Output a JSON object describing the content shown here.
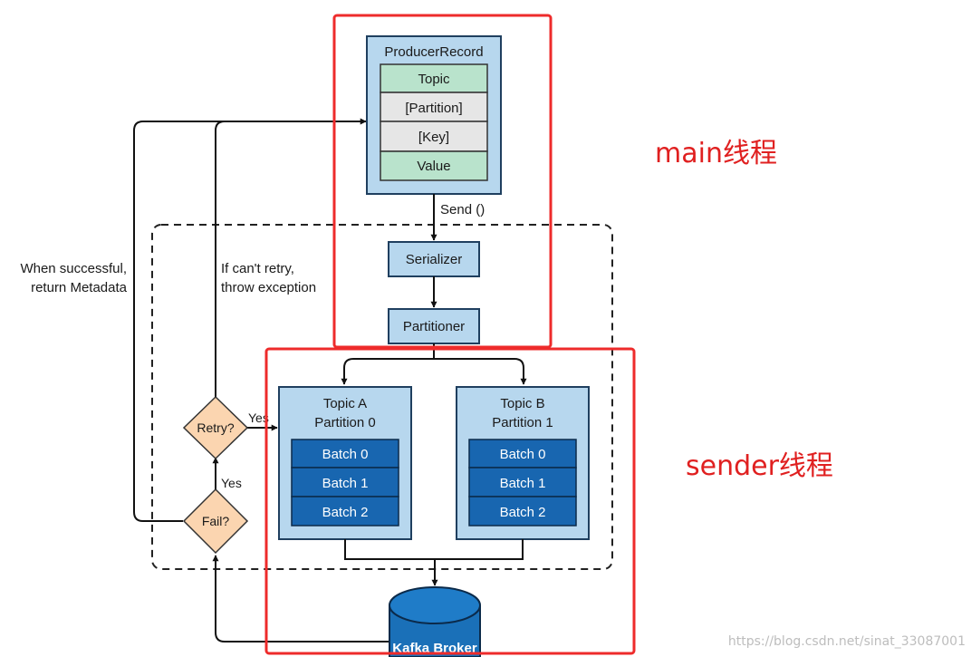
{
  "producer_record": {
    "title": "ProducerRecord",
    "fields": [
      "Topic",
      "[Partition]",
      "[Key]",
      "Value"
    ]
  },
  "send_label": "Send ()",
  "serializer": "Serializer",
  "partitioner": "Partitioner",
  "topic_a": {
    "line1": "Topic A",
    "line2": "Partition 0",
    "batches": [
      "Batch 0",
      "Batch 1",
      "Batch 2"
    ]
  },
  "topic_b": {
    "line1": "Topic B",
    "line2": "Partition 1",
    "batches": [
      "Batch 0",
      "Batch 1",
      "Batch 2"
    ]
  },
  "retry": "Retry?",
  "fail": "Fail?",
  "yes_retry": "Yes",
  "yes_fail": "Yes",
  "success_note": {
    "line1": "When successful,",
    "line2": "return Metadata"
  },
  "retry_note": {
    "line1": "If can't retry,",
    "line2": "throw exception"
  },
  "broker": "Kafka Broker",
  "main_thread": "main线程",
  "sender_thread": "sender线程",
  "watermark": "https://blog.csdn.net/sinat_33087001",
  "colors": {
    "box_fill": "#b7d7ee",
    "box_stroke": "#1f3f5f",
    "field_green": "#b9e3cc",
    "field_gray": "#e6e6e6",
    "batch_fill": "#1866b0",
    "diamond_fill": "#fbd5b0",
    "broker_fill": "#1a70b8",
    "highlight_red": "#ee2b2b"
  }
}
